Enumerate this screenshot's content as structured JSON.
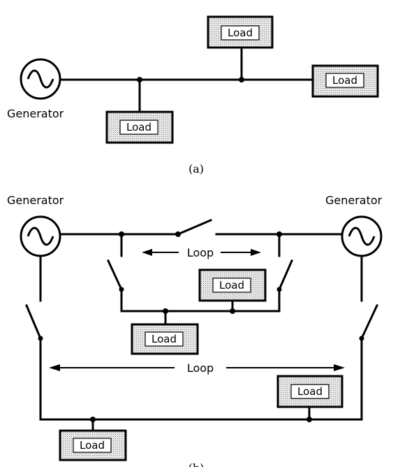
{
  "labels": {
    "generator": "Generator",
    "load": "Load",
    "loop": "Loop",
    "caption_a": "(a)",
    "caption_b": "(b)"
  },
  "colors": {
    "line": "#000000",
    "load_fill": "#d9d9d9",
    "background": "#ffffff"
  },
  "icons": {
    "generator": "ac-sine-wave-icon",
    "switch": "open-switch-icon",
    "arrow": "arrow-head-icon"
  }
}
